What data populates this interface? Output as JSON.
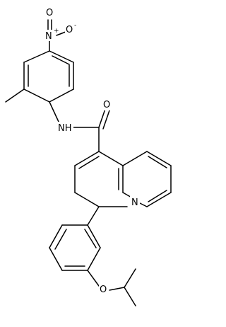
{
  "molecule": {
    "labels": {
      "N_nitro": "N",
      "nitro_plus": "+",
      "O_nitro_top": "O",
      "O_nitro_right": "O",
      "nitro_minus": "-",
      "NH": "NH",
      "O_carbonyl": "O",
      "N_quinoline": "N",
      "O_ether": "O"
    }
  },
  "colors": {
    "bond": "#000000",
    "text": "#000000",
    "background": "#ffffff"
  }
}
